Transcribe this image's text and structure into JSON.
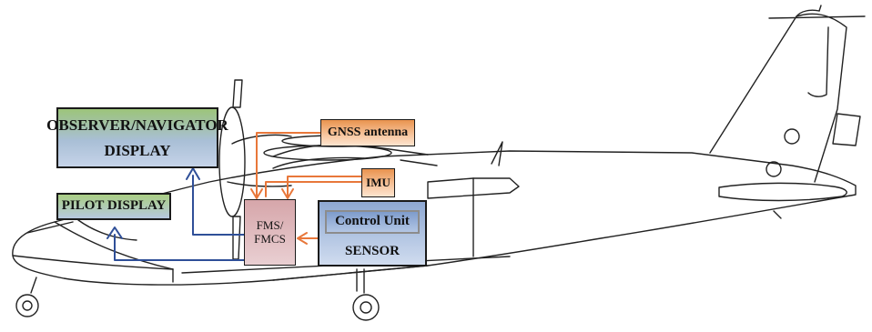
{
  "diagram": {
    "observer_display": {
      "line1": "OBSERVER/NAVIGATOR",
      "line2": "DISPLAY"
    },
    "pilot_display": "PILOT DISPLAY",
    "gnss_antenna": "GNSS antenna",
    "imu": "IMU",
    "fms": {
      "line1": "FMS/",
      "line2": "FMCS"
    },
    "sensor": {
      "control_unit": "Control Unit",
      "label": "SENSOR"
    }
  },
  "colors": {
    "data_link_blue": "#2f4f98",
    "signal_orange": "#e8773a",
    "aircraft_line": "#222222"
  }
}
